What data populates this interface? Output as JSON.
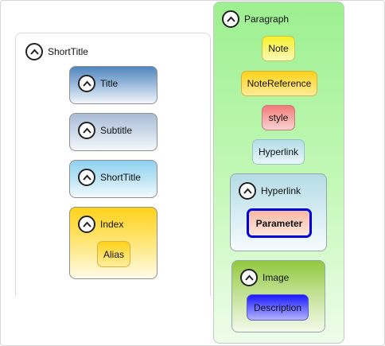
{
  "left_panel": {
    "header": "ShortTitle",
    "items": [
      {
        "label": "Title"
      },
      {
        "label": "Subtitle"
      },
      {
        "label": "ShortTitle"
      }
    ],
    "index_group": {
      "header": "Index",
      "child": "Alias"
    }
  },
  "right_panel": {
    "header": "Paragraph",
    "chips": [
      "Note",
      "NoteReference",
      "style",
      "Hyperlink"
    ],
    "hyperlink_group": {
      "header": "Hyperlink",
      "child": "Parameter"
    },
    "image_group": {
      "header": "Image",
      "child": "Description"
    }
  },
  "icons": {
    "expander": "chevron-up-icon"
  },
  "colors": {
    "title_top": "#4f86bd",
    "subtitle_top": "#a9bcd6",
    "shorttitle_top": "#8fd0ee",
    "index_top": "#ffd21a",
    "note": "#f7f02a",
    "note_reference": "#ffd21a",
    "style": "#f27a7a",
    "hyperlink_chip": "#b3dde8",
    "parameter_border": "#0000d6",
    "image_top": "#92c93f",
    "description": "#1a1aff"
  }
}
